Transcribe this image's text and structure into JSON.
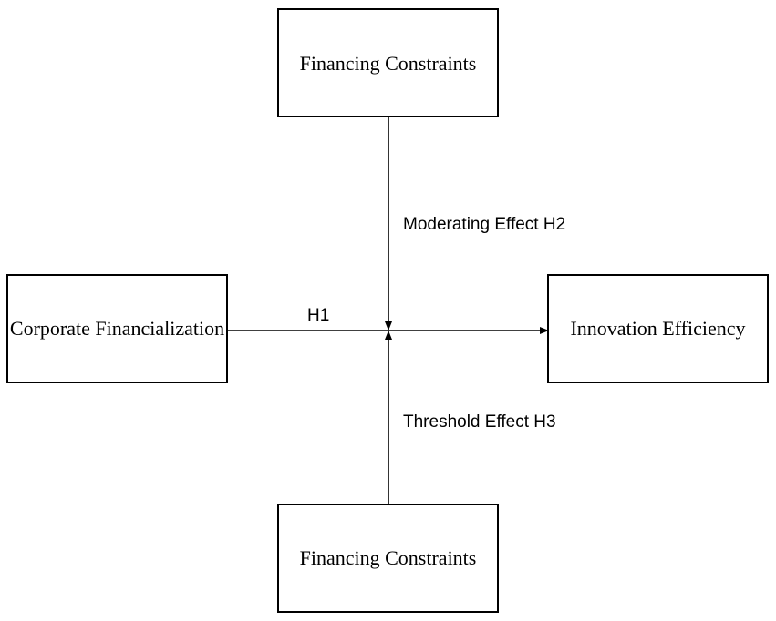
{
  "nodes": {
    "top": {
      "label": "Financing Constraints"
    },
    "left": {
      "label": "Corporate Financialization"
    },
    "right": {
      "label": "Innovation Efficiency"
    },
    "bottom": {
      "label": "Financing Constraints"
    }
  },
  "edges": {
    "main": {
      "label": "H1"
    },
    "moderating": {
      "label": "Moderating Effect H2"
    },
    "threshold": {
      "label": "Threshold Effect H3"
    }
  },
  "colors": {
    "stroke": "#000000",
    "background": "#ffffff"
  }
}
